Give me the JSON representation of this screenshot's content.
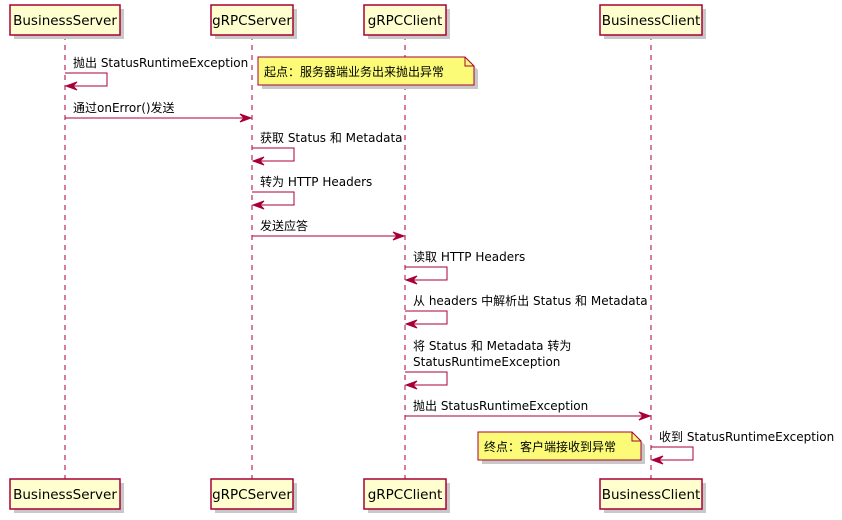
{
  "diagram": {
    "type": "sequence",
    "colors": {
      "participant_fill": "#FEFECE",
      "participant_border": "#A80036",
      "lifeline": "#A80036",
      "arrow": "#A80036",
      "note_fill": "#FBFB77",
      "note_border": "#A80036",
      "shadow": "#c8c8c8"
    },
    "participants": [
      {
        "id": "bs",
        "label": "BusinessServer"
      },
      {
        "id": "gs",
        "label": "gRPCServer"
      },
      {
        "id": "gc",
        "label": "gRPCClient"
      },
      {
        "id": "bc",
        "label": "BusinessClient"
      }
    ],
    "messages": [
      {
        "from": "bs",
        "to": "bs",
        "lines": [
          "抛出 StatusRuntimeException"
        ]
      },
      {
        "from": "bs",
        "to": "gs",
        "lines": [
          "通过onError()发送"
        ]
      },
      {
        "from": "gs",
        "to": "gs",
        "lines": [
          "获取 Status 和 Metadata"
        ]
      },
      {
        "from": "gs",
        "to": "gs",
        "lines": [
          "转为 HTTP Headers"
        ]
      },
      {
        "from": "gs",
        "to": "gc",
        "lines": [
          "发送应答"
        ]
      },
      {
        "from": "gc",
        "to": "gc",
        "lines": [
          "读取 HTTP Headers"
        ]
      },
      {
        "from": "gc",
        "to": "gc",
        "lines": [
          "从 headers 中解析出 Status 和 Metadata"
        ]
      },
      {
        "from": "gc",
        "to": "gc",
        "lines": [
          "将 Status 和 Metadata 转为",
          " StatusRuntimeException"
        ]
      },
      {
        "from": "gc",
        "to": "bc",
        "lines": [
          "抛出 StatusRuntimeException"
        ]
      },
      {
        "from": "bc",
        "to": "bc",
        "lines": [
          "收到 StatusRuntimeException"
        ]
      }
    ],
    "notes": [
      {
        "text": "起点：服务器端业务出来抛出异常",
        "position": "right-of",
        "participant": "bs",
        "message_index": 0
      },
      {
        "text": "终点：客户端接收到异常",
        "position": "left-of",
        "participant": "bc",
        "message_index": 9
      }
    ]
  }
}
